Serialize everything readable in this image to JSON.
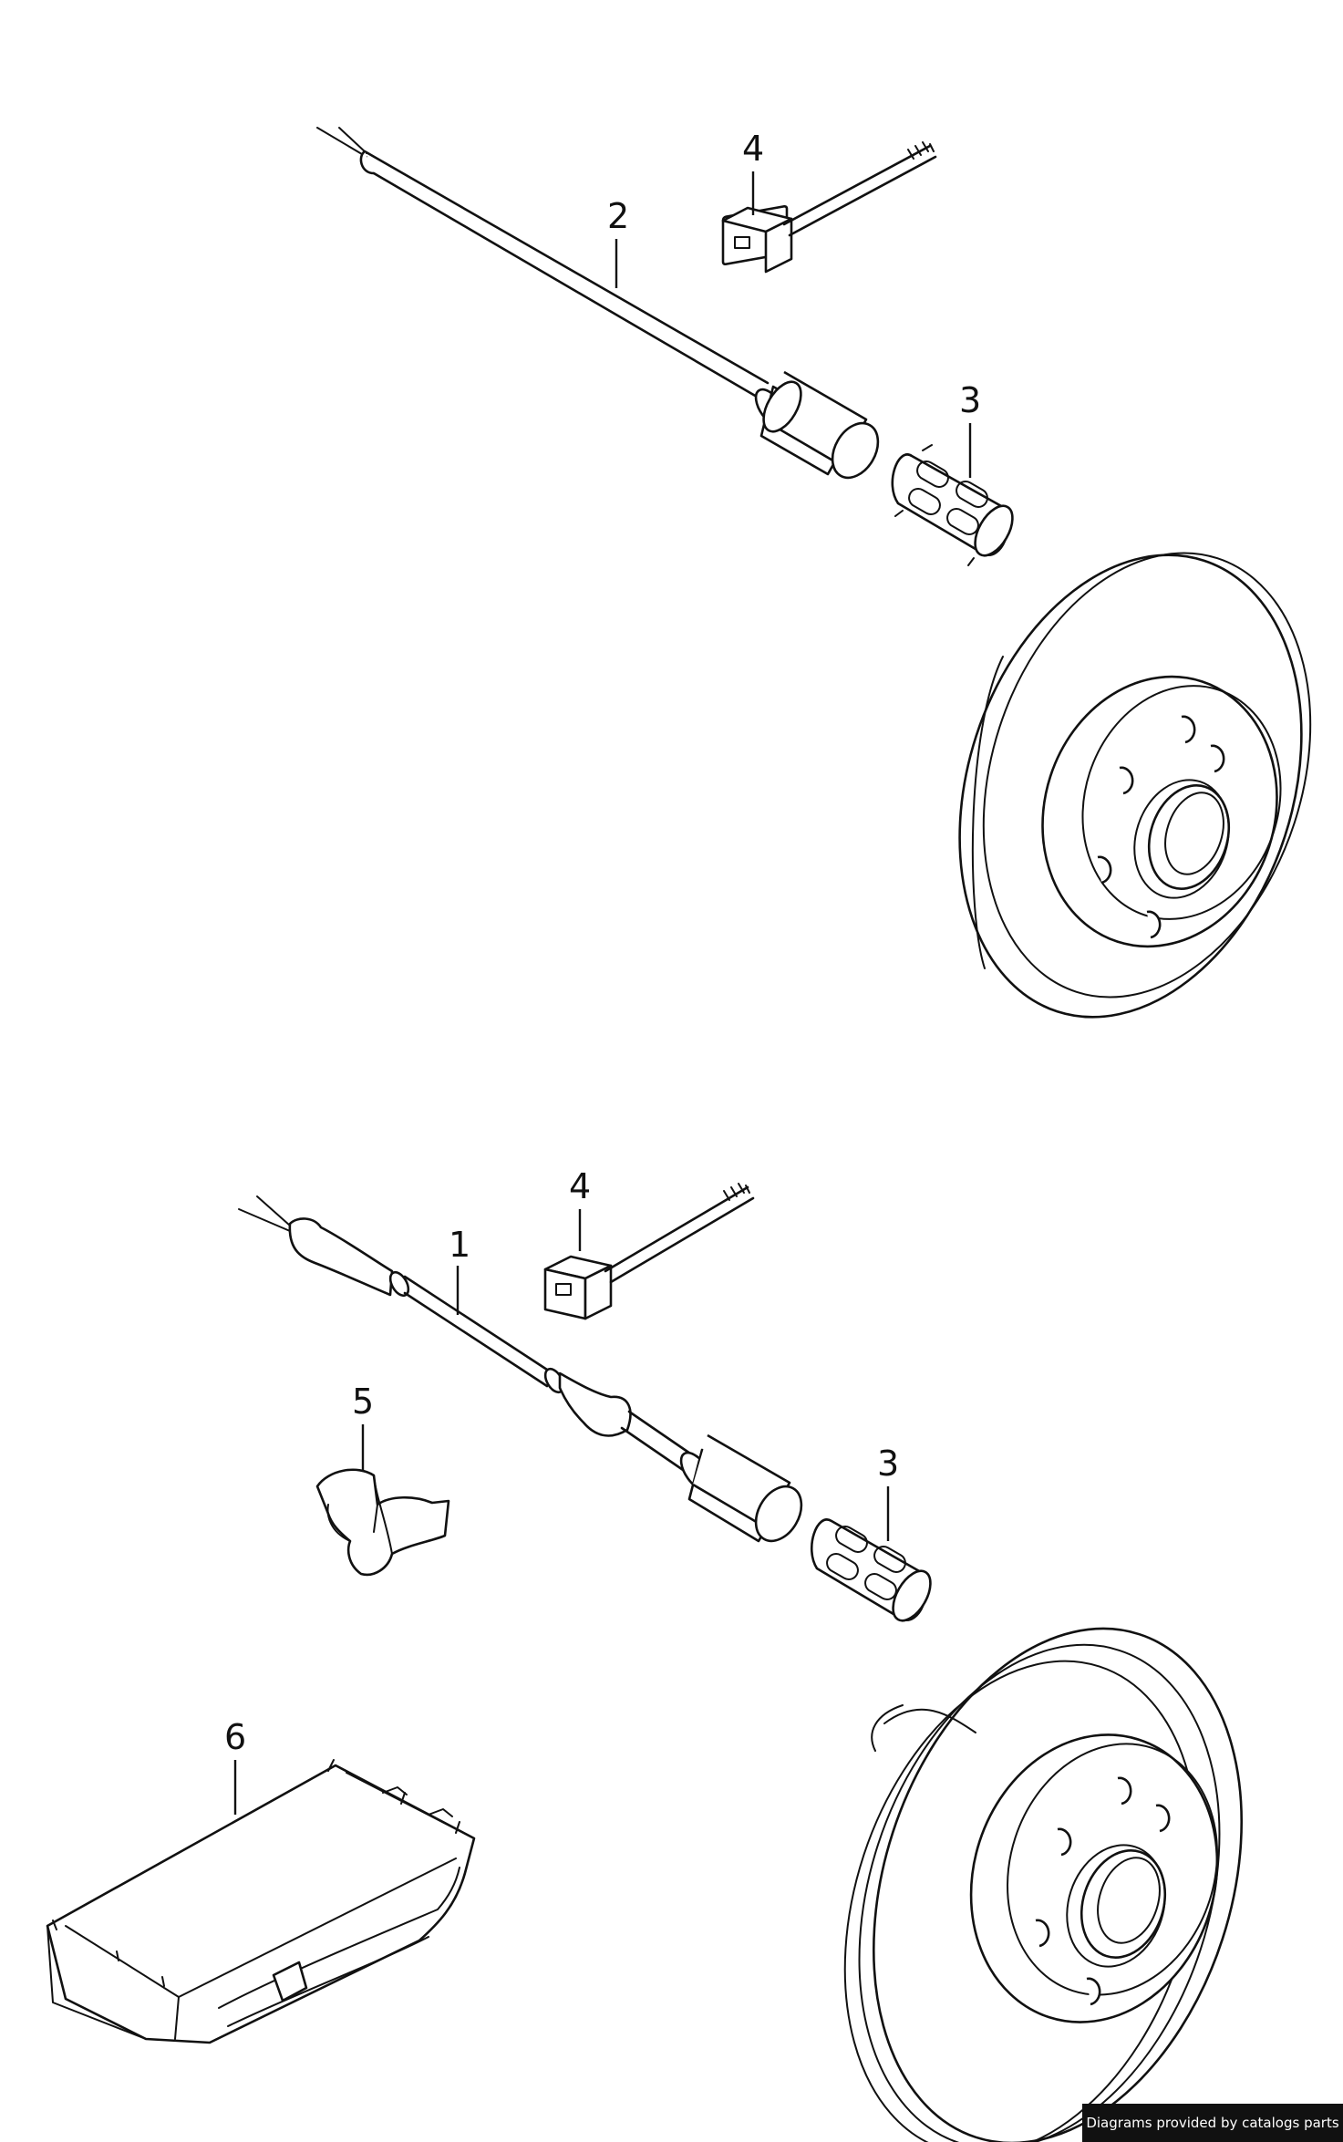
{
  "callouts": {
    "top_sensor": "2",
    "top_tie": "4",
    "top_sleeve": "3",
    "bottom_sensor": "1",
    "bottom_tie": "4",
    "bottom_clip": "5",
    "bottom_sleeve": "3",
    "bottom_bracket": "6"
  },
  "credit": "Diagrams provided by catalogs parts",
  "colors": {
    "line": "#111111",
    "background": "#ffffff",
    "credit_bg": "#111111",
    "credit_text": "#ffffff"
  }
}
